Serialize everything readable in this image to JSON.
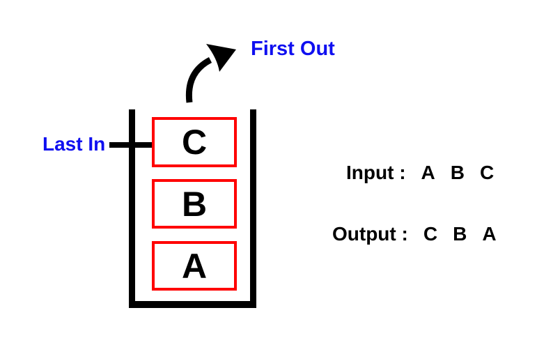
{
  "diagram": {
    "labels": {
      "last_in": "Last In",
      "first_out": "First Out"
    },
    "stack": {
      "items": [
        {
          "position": "top",
          "label": "C"
        },
        {
          "position": "middle",
          "label": "B"
        },
        {
          "position": "bottom",
          "label": "A"
        }
      ]
    },
    "io": {
      "input_label": "Input :",
      "input_items": [
        "A",
        "B",
        "C"
      ],
      "output_label": "Output :",
      "output_items": [
        "C",
        "B",
        "A"
      ]
    },
    "colors": {
      "label_blue": "#0f0ff0",
      "box_red": "#ff0000",
      "ink": "#000000",
      "background": "#ffffff"
    }
  }
}
